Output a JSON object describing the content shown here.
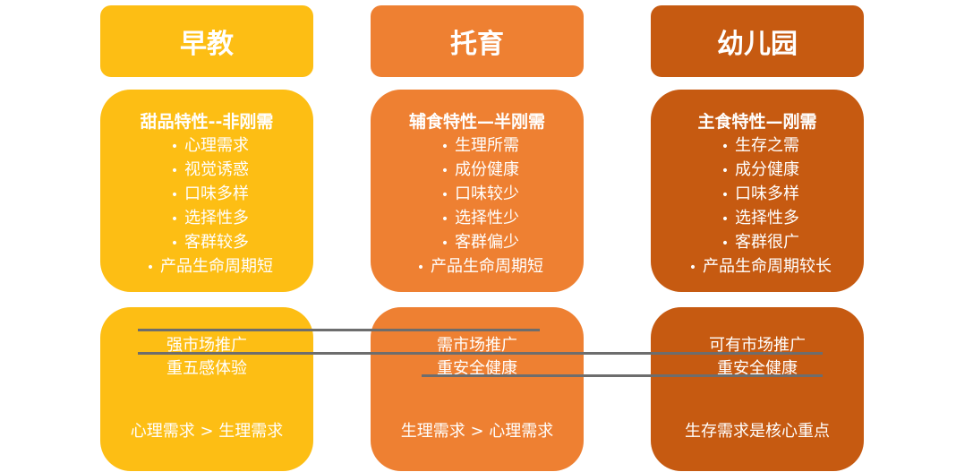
{
  "colors": {
    "col1": "#FDBE14",
    "col2": "#EE8032",
    "col3": "#C65A11",
    "line": "#6d6d6d"
  },
  "columns": [
    {
      "header": "早教",
      "panel_title": "甜品特性--非刚需",
      "items": [
        "心理需求",
        "视觉诱惑",
        "口味多样",
        "选择性多",
        "客群较多",
        "产品生命周期短"
      ],
      "bottom_line1": "强市场推广",
      "bottom_line2": "重五感体验",
      "bottom_line3": "心理需求 > 生理需求"
    },
    {
      "header": "托育",
      "panel_title": "辅食特性—半刚需",
      "items": [
        "生理所需",
        "成份健康",
        "口味较少",
        "选择性少",
        "客群偏少",
        "产品生命周期短"
      ],
      "bottom_line1": "需市场推广",
      "bottom_line2": "重安全健康",
      "bottom_line3": "生理需求 > 心理需求"
    },
    {
      "header": "幼儿园",
      "panel_title": "主食特性—刚需",
      "items": [
        "生存之需",
        "成分健康",
        "口味多样",
        "选择性多",
        "客群很广",
        "产品生命周期较长"
      ],
      "bottom_line1": "可有市场推广",
      "bottom_line2": "重安全健康",
      "bottom_line3": "生存需求是核心重点"
    }
  ],
  "bullet": "•"
}
